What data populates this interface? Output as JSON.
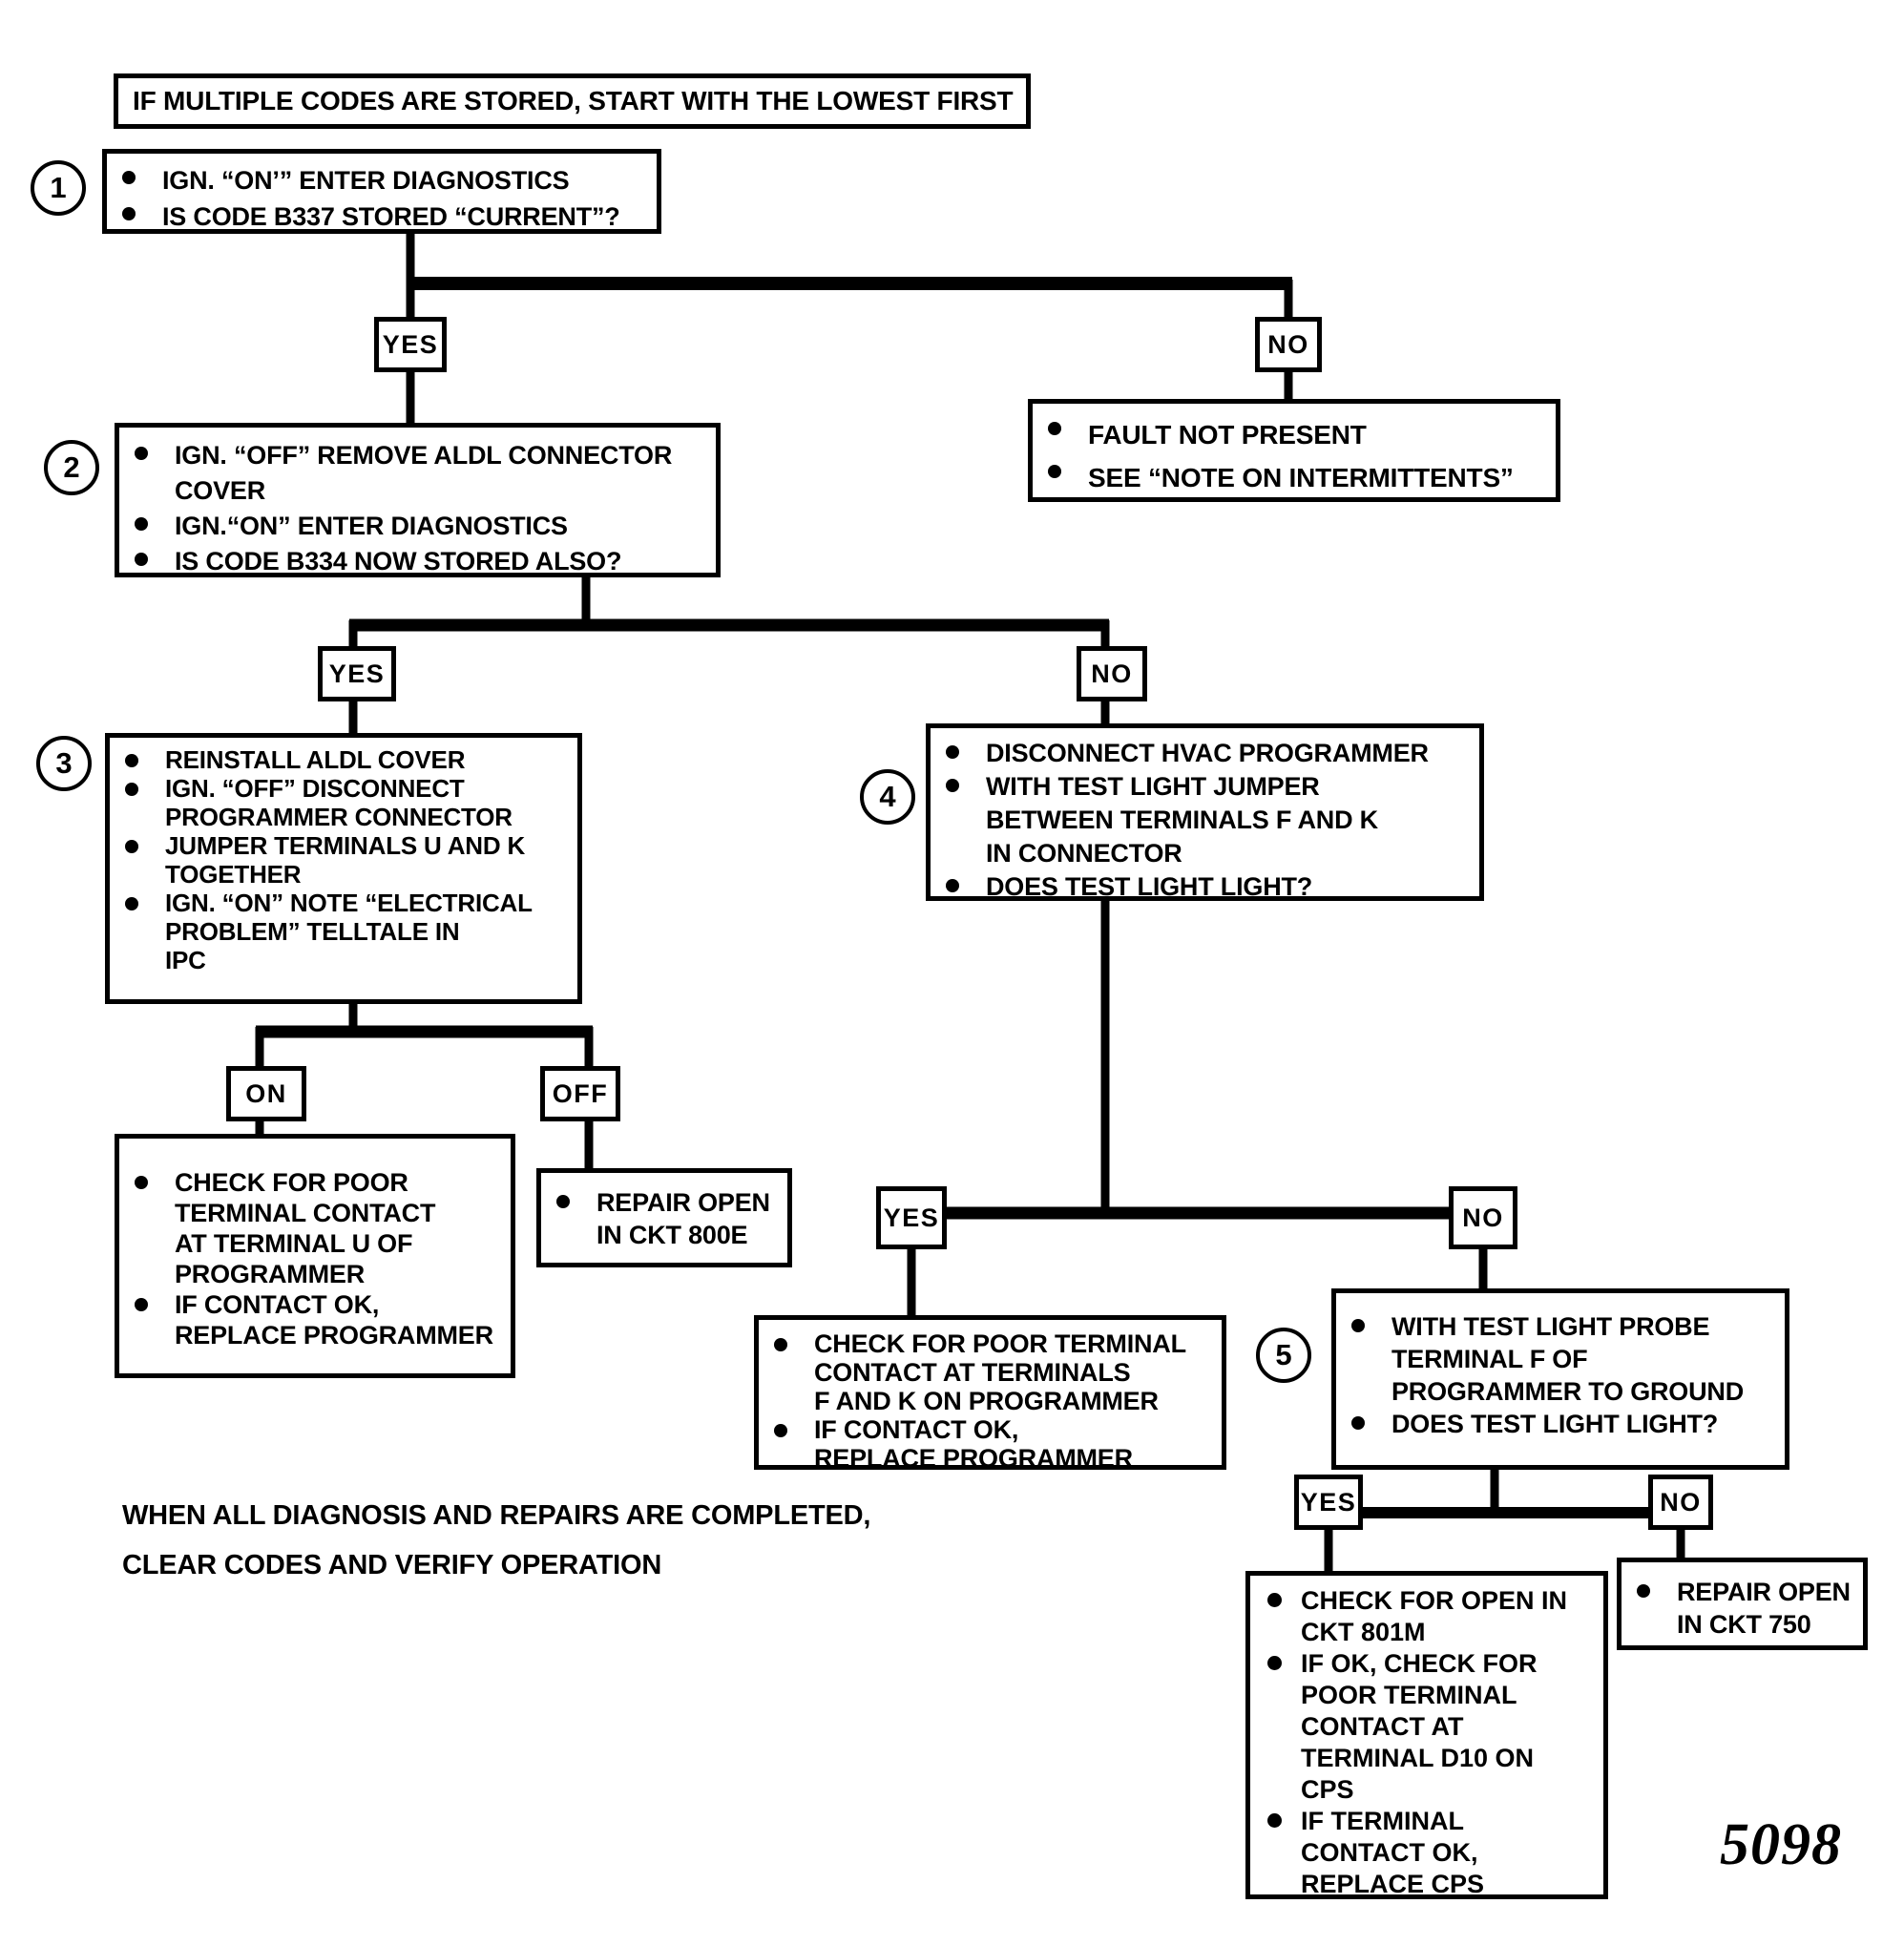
{
  "colors": {
    "ink": "#000000",
    "paper": "#ffffff"
  },
  "figure_number": "5098",
  "banner": "IF MULTIPLE CODES ARE STORED, START WITH THE LOWEST FIRST",
  "footnote": "WHEN ALL DIAGNOSIS AND REPAIRS ARE COMPLETED,\nCLEAR CODES AND VERIFY OPERATION",
  "labels": {
    "yes": "YES",
    "no": "NO",
    "on": "ON",
    "off": "OFF"
  },
  "nodes": {
    "step1": {
      "number": "1",
      "bullets": [
        "IGN. “ON’” ENTER DIAGNOSTICS",
        "IS CODE B337 STORED “CURRENT”?"
      ]
    },
    "fault": {
      "bullets": [
        "FAULT NOT PRESENT",
        "SEE “NOTE ON INTERMITTENTS”"
      ]
    },
    "step2": {
      "number": "2",
      "bullets": [
        "IGN. “OFF” REMOVE ALDL CONNECTOR\nCOVER",
        "IGN.“ON” ENTER DIAGNOSTICS",
        "IS CODE B334 NOW STORED ALSO?"
      ]
    },
    "step3": {
      "number": "3",
      "bullets": [
        "REINSTALL ALDL COVER",
        "IGN. “OFF” DISCONNECT\nPROGRAMMER CONNECTOR",
        "JUMPER TERMINALS U AND K\nTOGETHER",
        "IGN. “ON” NOTE “ELECTRICAL\nPROBLEM” TELLTALE IN\nIPC"
      ]
    },
    "step4": {
      "number": "4",
      "bullets": [
        "DISCONNECT HVAC PROGRAMMER",
        "WITH TEST LIGHT JUMPER\nBETWEEN TERMINALS F AND K\nIN CONNECTOR",
        "DOES TEST LIGHT LIGHT?"
      ]
    },
    "check_u": {
      "bullets": [
        "CHECK FOR POOR\nTERMINAL CONTACT\nAT TERMINAL U OF\nPROGRAMMER",
        "IF CONTACT OK,\nREPLACE PROGRAMMER"
      ]
    },
    "repair_800e": {
      "bullets": [
        "REPAIR OPEN\nIN CKT 800E"
      ]
    },
    "check_fk": {
      "bullets": [
        "CHECK FOR POOR TERMINAL\nCONTACT AT TERMINALS\nF AND K ON PROGRAMMER",
        "IF CONTACT OK,\nREPLACE PROGRAMMER"
      ]
    },
    "step5": {
      "number": "5",
      "bullets": [
        "WITH TEST LIGHT PROBE\nTERMINAL F OF\nPROGRAMMER TO GROUND",
        "DOES TEST LIGHT LIGHT?"
      ]
    },
    "check_801m": {
      "bullets": [
        "CHECK FOR OPEN IN\nCKT 801M",
        "IF OK, CHECK FOR\nPOOR TERMINAL\nCONTACT AT\nTERMINAL D10 ON\nCPS",
        "IF TERMINAL\nCONTACT OK,\nREPLACE CPS"
      ]
    },
    "repair_750": {
      "bullets": [
        "REPAIR OPEN\nIN CKT 750"
      ]
    }
  }
}
